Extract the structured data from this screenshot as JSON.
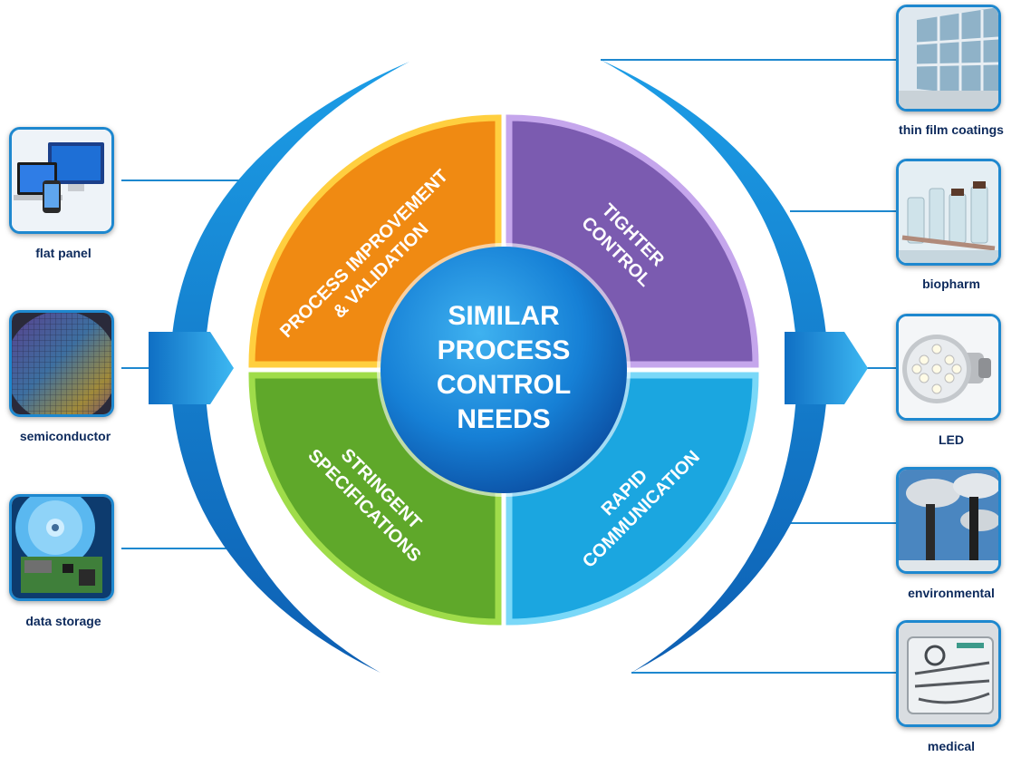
{
  "center": {
    "line1": "SIMILAR",
    "line2": "PROCESS",
    "line3": "CONTROL",
    "line4": "NEEDS"
  },
  "quadrants": {
    "top_left": {
      "line1": "PROCESS IMPROVEMENT",
      "line2": "& VALIDATION",
      "color": "#f08a12"
    },
    "top_right": {
      "line1": "TIGHTER",
      "line2": "CONTROL",
      "color": "#7b5bb0"
    },
    "bottom_left": {
      "line1": "STRINGENT",
      "line2": "SPECIFICATIONS",
      "color": "#5fa82a"
    },
    "bottom_right": {
      "line1": "RAPID",
      "line2": "COMMUNICATION",
      "color": "#1ba6e0"
    }
  },
  "left_applications": [
    {
      "label": "flat panel",
      "icon": "flat-panel-icon"
    },
    {
      "label": "semiconductor",
      "icon": "wafer-icon"
    },
    {
      "label": "data storage",
      "icon": "hard-drive-icon"
    }
  ],
  "right_applications": [
    {
      "label": "thin film coatings",
      "icon": "building-glass-icon"
    },
    {
      "label": "biopharm",
      "icon": "vials-icon"
    },
    {
      "label": "LED",
      "icon": "led-bulb-icon"
    },
    {
      "label": "environmental",
      "icon": "smokestack-icon"
    },
    {
      "label": "medical",
      "icon": "surgical-tools-icon"
    }
  ],
  "colors": {
    "ring_blue": "#1e7fd0",
    "line_blue": "#1e88cf",
    "label_navy": "#0d2a5c",
    "center_blue": "#1680d6"
  }
}
